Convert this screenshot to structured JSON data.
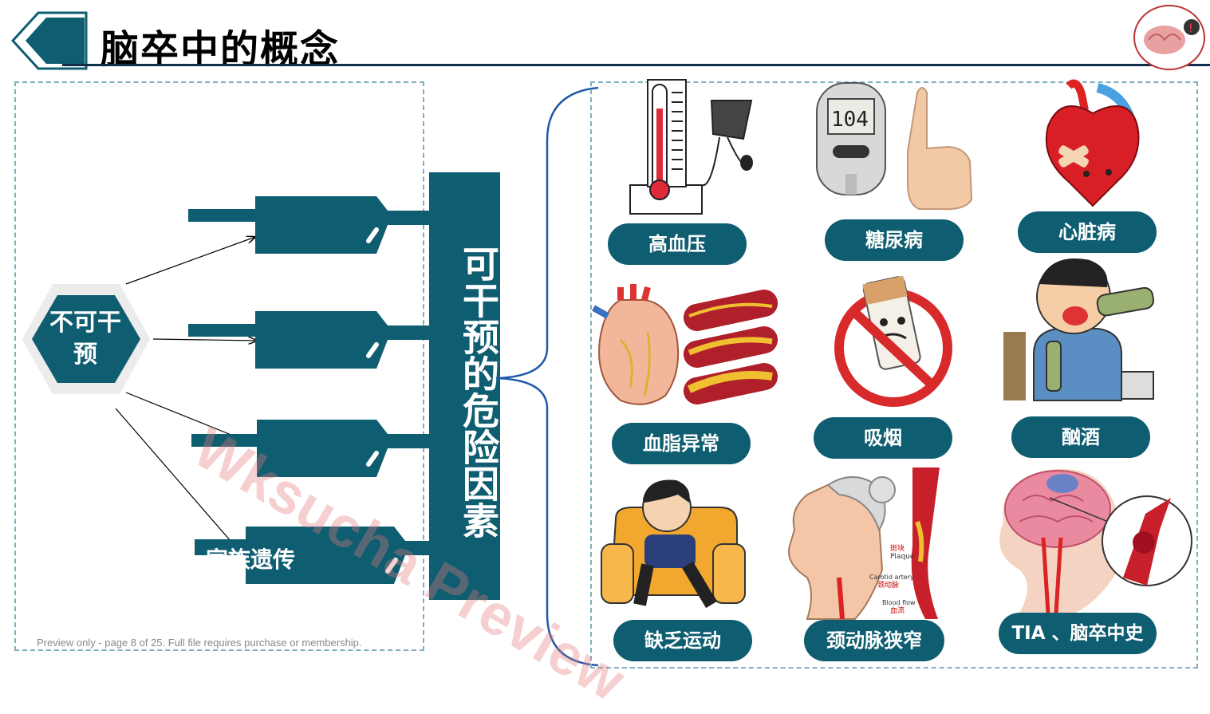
{
  "header": {
    "title": "脑卒中的概念"
  },
  "left": {
    "center_label": "不可干预",
    "factors": [
      {
        "label": ""
      },
      {
        "label": ""
      },
      {
        "label": ""
      },
      {
        "label": "家族遗传"
      }
    ]
  },
  "vertical_band": {
    "label": "可干预的危险因素"
  },
  "risk_factors": [
    {
      "label": "高血压",
      "icon": "blood-pressure-icon"
    },
    {
      "label": "糖尿病",
      "icon": "glucose-meter-icon"
    },
    {
      "label": "心脏病",
      "icon": "heart-icon"
    },
    {
      "label": "血脂异常",
      "icon": "artery-plaque-icon"
    },
    {
      "label": "吸烟",
      "icon": "no-smoking-icon"
    },
    {
      "label": "酗酒",
      "icon": "drinking-icon"
    },
    {
      "label": "缺乏运动",
      "icon": "sofa-icon"
    },
    {
      "label": "颈动脉狭窄",
      "icon": "carotid-artery-icon"
    },
    {
      "label": "TIA 、脑卒中史",
      "icon": "brain-icon"
    }
  ],
  "carotid_labels": {
    "plaque": "斑块\nPlaque",
    "artery": "Carotid artery\n颈动脉",
    "flow": "Blood flow\n血流"
  },
  "meter_reading": "104",
  "footer": {
    "note": "Preview only - page 8 of 25. Full file requires purchase or membership."
  },
  "watermark": "Wksucha Preview",
  "colors": {
    "accent": "#0e5d70",
    "rule": "#0f2e4a",
    "dash": "#7fb0c0"
  }
}
